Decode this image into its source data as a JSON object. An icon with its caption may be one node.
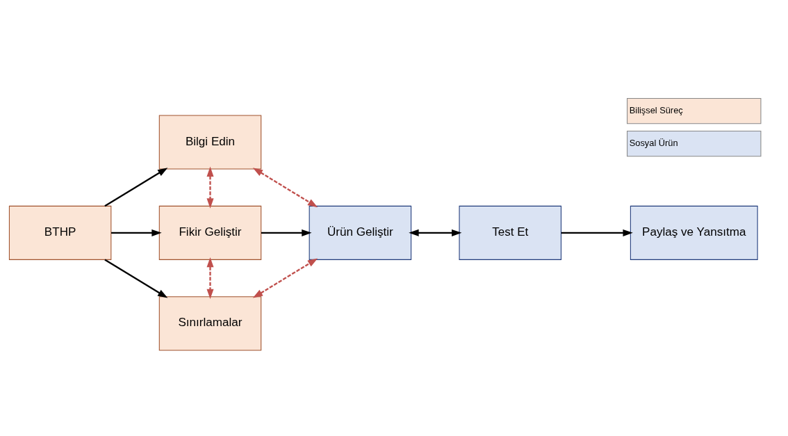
{
  "diagram": {
    "nodes": [
      {
        "text": [
          "BTHP"
        ]
      },
      {
        "text": [
          "Bilgi Edin"
        ]
      },
      {
        "text": [
          "Fikir Geliştir"
        ]
      },
      {
        "text": [
          "Sınırlamalar"
        ]
      },
      {
        "text": [
          "Ürün Geliştir"
        ]
      },
      {
        "text": [
          "Test Et"
        ]
      },
      {
        "text": [
          "Paylaş ve Yansıtma"
        ]
      }
    ],
    "edges": [
      {
        "from": 0,
        "to": 1,
        "arrow": "to"
      },
      {
        "from": 0,
        "to": 2,
        "arrow": "to"
      },
      {
        "from": 0,
        "to": 3,
        "arrow": "to"
      },
      {
        "from": 1,
        "to": 2,
        "arrow": "both",
        "style": "dashed",
        "color": "#c0504d"
      },
      {
        "from": 1,
        "to": 4,
        "arrow": "both",
        "style": "dashed",
        "color": "#c0504d"
      },
      {
        "from": 2,
        "to": 4,
        "arrow": "to"
      },
      {
        "from": 2,
        "to": 3,
        "arrow": "both",
        "style": "dashed",
        "color": "#c0504d"
      },
      {
        "from": 3,
        "to": 4,
        "arrow": "both",
        "style": "dashed",
        "color": "#c0504d"
      },
      {
        "from": 4,
        "to": 5,
        "arrow": "both"
      },
      {
        "from": 5,
        "to": 6,
        "arrow": "to"
      }
    ],
    "legend": [
      {
        "text": "Bilişsel Süreç",
        "color": "#fbe5d6"
      },
      {
        "text": "Sosyal Ürün",
        "color": "#dae3f3"
      }
    ]
  }
}
